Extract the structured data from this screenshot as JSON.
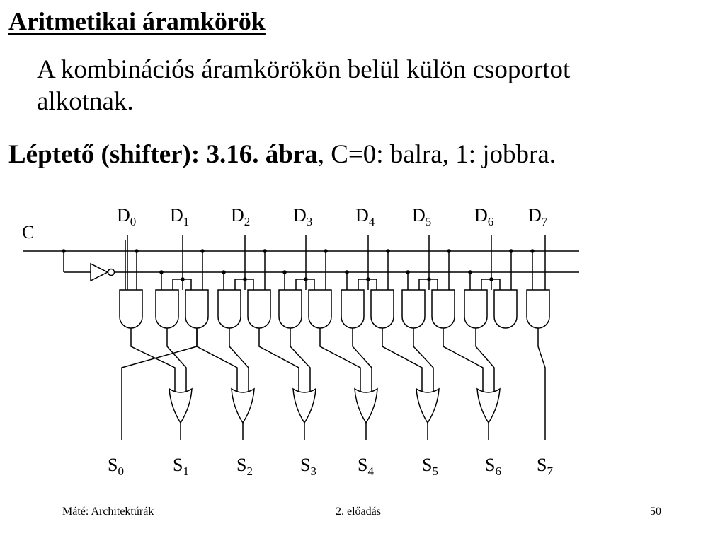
{
  "slide": {
    "title": "Aritmetikai áramkörök",
    "paragraph_lines": [
      "A kombinációs áramkörökön belül külön csoportot",
      "alkotnak."
    ],
    "shifter_bold": "Léptető (shifter): 3.16. ábra",
    "shifter_rest": ", C=0: balra, 1: jobbra."
  },
  "diagram": {
    "control_label": "C",
    "input_letter": "D",
    "output_letter": "S",
    "subscripts": [
      "0",
      "1",
      "2",
      "3",
      "4",
      "5",
      "6",
      "7"
    ]
  },
  "footer": {
    "author": "Máté: Architektúrák",
    "lecture": "2. előadás",
    "page": "50"
  }
}
